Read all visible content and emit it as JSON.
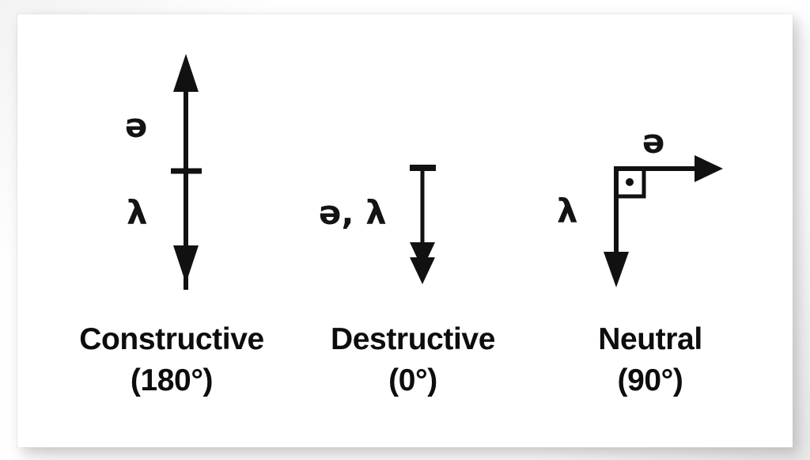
{
  "figure": {
    "type": "diagram",
    "subject": "wave-interference-phase-relationships",
    "background_color": "#ffffff",
    "ink_color": "#111111",
    "card_color": "#ffffff"
  },
  "panels": [
    {
      "id": "constructive",
      "caption_name": "Constructive",
      "caption_angle": "(180°)",
      "vector_upper_label": "ə",
      "vector_lower_label": "λ",
      "arrow_style": "double-headed-vertical-with-center-tick",
      "arrow_direction": "up-and-down",
      "has_center_tick": true,
      "has_right_angle_marker": false
    },
    {
      "id": "destructive",
      "caption_name": "Destructive",
      "caption_angle": "(0°)",
      "combined_label": "ə, λ",
      "arrow_style": "single-down-arrow-with-top-cap-double-chevron",
      "arrow_direction": "down",
      "has_center_tick": false,
      "has_right_angle_marker": false
    },
    {
      "id": "neutral",
      "caption_name": "Neutral",
      "caption_angle": "(90°)",
      "vector_horizontal_label": "ə",
      "vector_vertical_label": "λ",
      "arrow_style": "perpendicular-right-and-down-arrows",
      "arrow_direction": "right-and-down",
      "has_center_tick": false,
      "has_right_angle_marker": true,
      "right_angle_marker_symbol": "square-with-center-dot"
    }
  ]
}
